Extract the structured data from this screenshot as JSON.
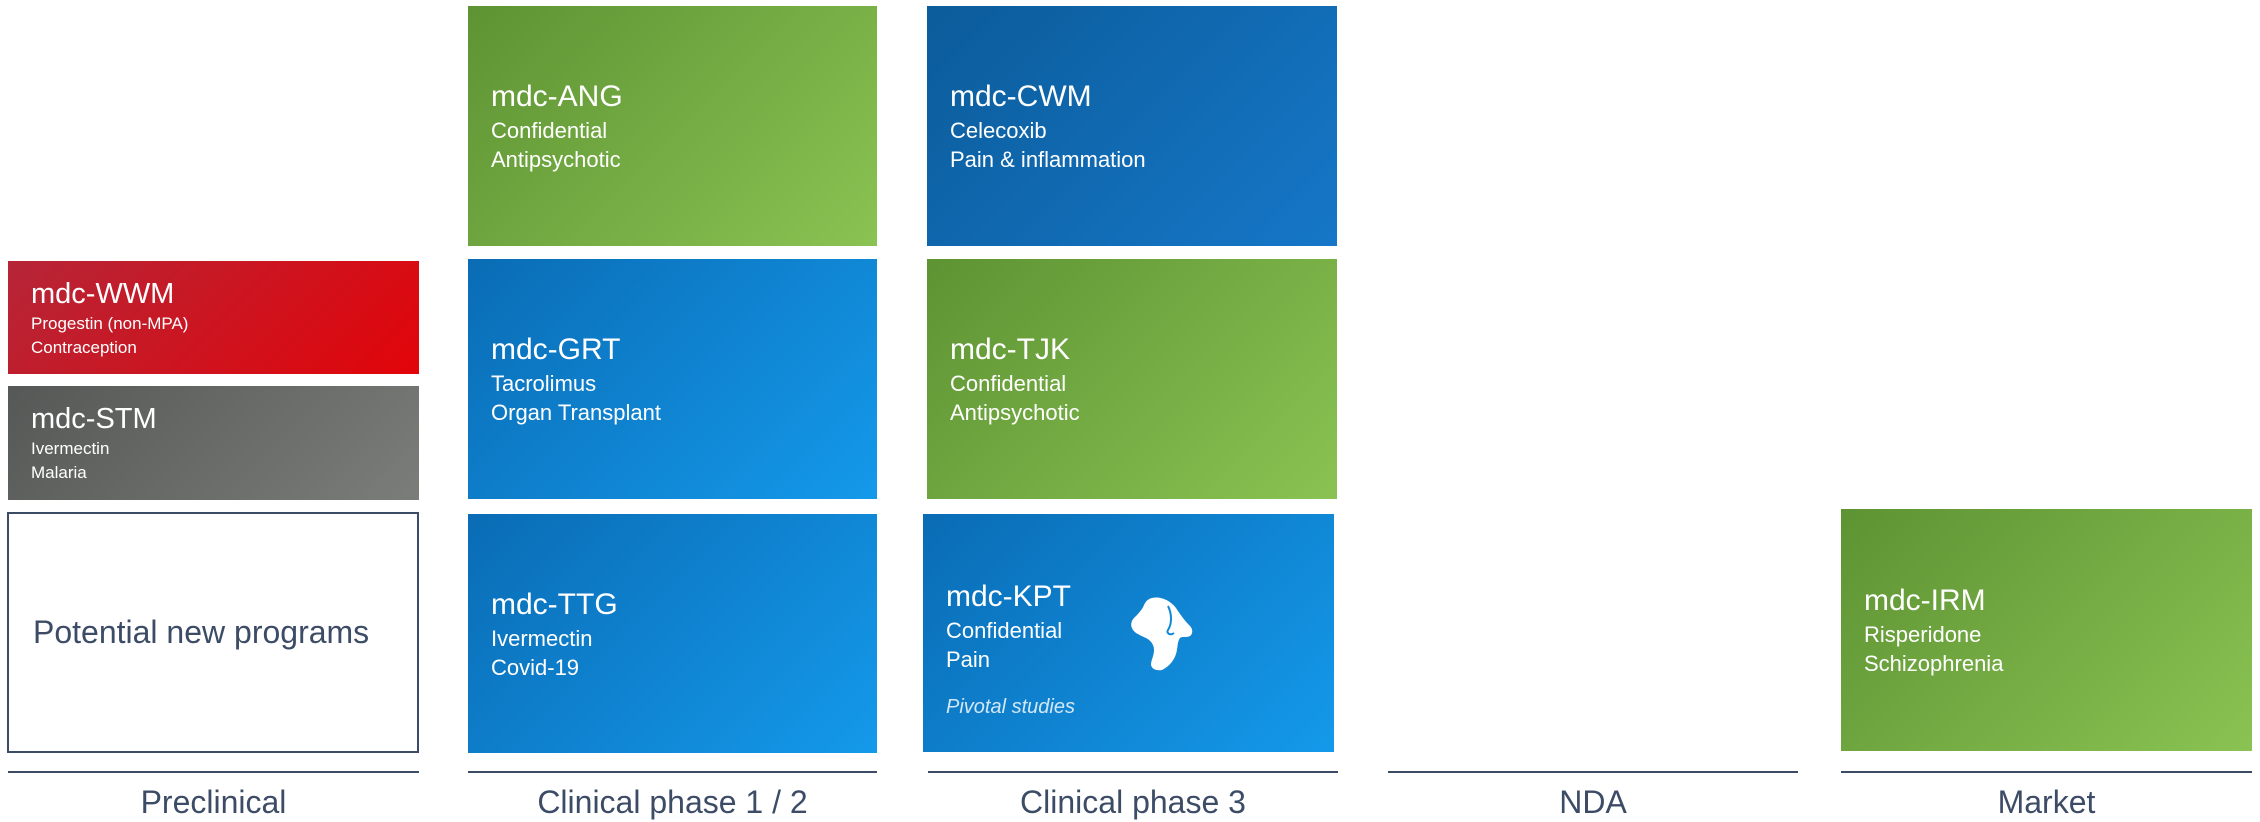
{
  "stages": [
    "Preclinical",
    "Clinical phase 1 / 2",
    "Clinical phase 3",
    "NDA",
    "Market"
  ],
  "programs": {
    "wwm": {
      "name": "mdc-WWM",
      "compound": "Progestin (non-MPA)",
      "indication": "Contraception",
      "stage": "Preclinical",
      "color": "#d0101e"
    },
    "stm": {
      "name": "mdc-STM",
      "compound": "Ivermectin",
      "indication": "Malaria",
      "stage": "Preclinical",
      "color": "#676966"
    },
    "potential": {
      "label": "Potential new programs",
      "stage": "Preclinical"
    },
    "ang": {
      "name": "mdc-ANG",
      "compound": "Confidential",
      "indication": "Antipsychotic",
      "stage": "Clinical phase 1 / 2",
      "color": "#77a944"
    },
    "grt": {
      "name": "mdc-GRT",
      "compound": "Tacrolimus",
      "indication": "Organ Transplant",
      "stage": "Clinical phase 1 / 2",
      "color": "#1088d8"
    },
    "ttg": {
      "name": "mdc-TTG",
      "compound": "Ivermectin",
      "indication": "Covid-19",
      "stage": "Clinical phase 1 / 2",
      "color": "#1088d8"
    },
    "cwm": {
      "name": "mdc-CWM",
      "compound": "Celecoxib",
      "indication": "Pain & inflammation",
      "stage": "Clinical phase 3",
      "color": "#0f68ae"
    },
    "tjk": {
      "name": "mdc-TJK",
      "compound": "Confidential",
      "indication": "Antipsychotic",
      "stage": "Clinical phase 3",
      "color": "#77a944"
    },
    "kpt": {
      "name": "mdc-KPT",
      "compound": "Confidential",
      "indication": "Pain",
      "note": "Pivotal studies",
      "icon": "dog-icon",
      "stage": "Clinical phase 3",
      "color": "#1088d8"
    },
    "irm": {
      "name": "mdc-IRM",
      "compound": "Risperidone",
      "indication": "Schizophrenia",
      "stage": "Market",
      "color": "#77a944"
    }
  }
}
